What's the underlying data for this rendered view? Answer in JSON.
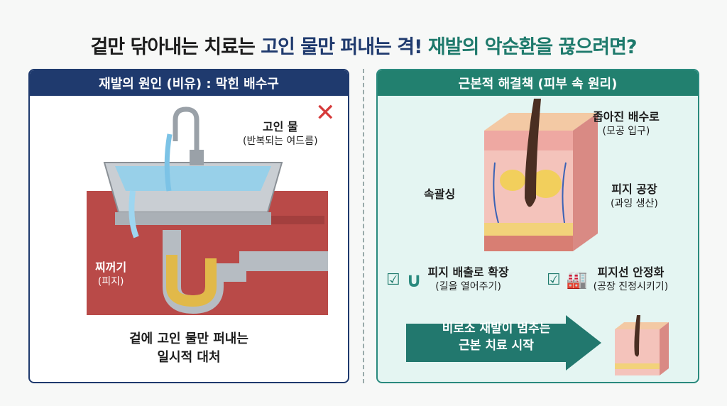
{
  "title": {
    "part1": "겉만 닦아내는 치료는 ",
    "part2": "고인 물만 퍼내는 격! ",
    "part3": "재발의 악순환을 끊으려면?"
  },
  "left": {
    "header": "재발의 원인 (비유) : 막힌 배수구",
    "stagnant_water": {
      "label": "고인 물",
      "sub": "(반복되는 여드름)"
    },
    "residue": {
      "label": "찌꺼기",
      "sub": "(피지)"
    },
    "caption_line1": "겉에 고인 물만 퍼내는",
    "caption_line2": "일시적 대처"
  },
  "right": {
    "header": "근본적 해결책 (피부 속 원리)",
    "narrowed_drain": {
      "label": "좁아진 배수로",
      "sub": "(모공 입구)"
    },
    "inner_keratin": {
      "label": "속괄싱"
    },
    "sebum_factory": {
      "label": "피지 공장",
      "sub": "(과잉 생산)"
    },
    "checks": [
      {
        "label": "피지 배출로 확장",
        "sub": "(길을 열어주기)",
        "icon": "pipe-icon"
      },
      {
        "label": "피지선 안정화",
        "sub": "(공장 진정시키기)",
        "icon": "factory-icon"
      }
    ],
    "arrow_line1": "비로소 재발이 멈추는",
    "arrow_line2": "근본 치료 시작"
  },
  "colors": {
    "navy": "#1f3a6e",
    "teal": "#22806f",
    "wall": "#b94a48",
    "x_red": "#d63a3a"
  }
}
